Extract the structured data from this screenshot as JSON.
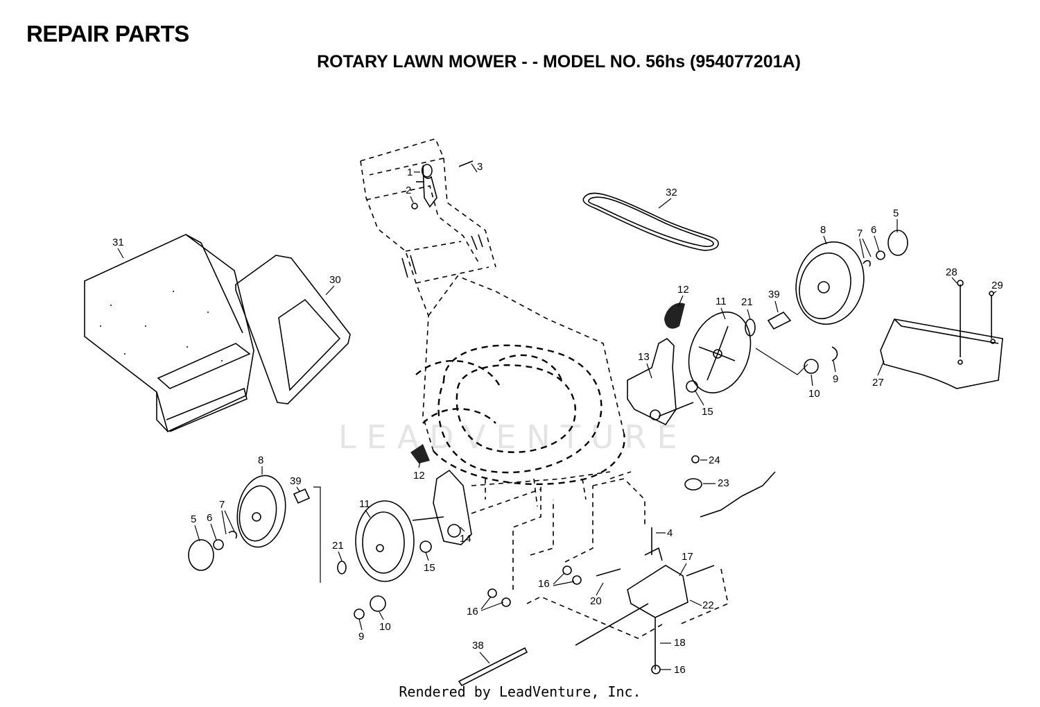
{
  "header": {
    "title": "REPAIR PARTS",
    "subtitle": "ROTARY LAWN MOWER - - MODEL NO. 56hs (954077201A)"
  },
  "watermark": "LEADVENTURE",
  "footer": "Rendered by LeadVenture, Inc.",
  "part_labels": {
    "p1": "1",
    "p2": "2",
    "p3": "3",
    "p4": "4",
    "p5a": "5",
    "p5b": "5",
    "p6a": "6",
    "p6b": "6",
    "p7a": "7",
    "p7b": "7",
    "p8a": "8",
    "p8b": "8",
    "p9a": "9",
    "p9b": "9",
    "p10a": "10",
    "p10b": "10",
    "p11a": "11",
    "p11b": "11",
    "p12a": "12",
    "p12b": "12",
    "p13": "13",
    "p14": "14",
    "p15a": "15",
    "p15b": "15",
    "p16a": "16",
    "p16b": "16",
    "p16c": "16",
    "p17": "17",
    "p18": "18",
    "p20": "20",
    "p21a": "21",
    "p21b": "21",
    "p22": "22",
    "p23": "23",
    "p24": "24",
    "p27": "27",
    "p28": "28",
    "p29": "29",
    "p30": "30",
    "p31": "31",
    "p32": "32",
    "p38": "38",
    "p39a": "39",
    "p39b": "39"
  }
}
